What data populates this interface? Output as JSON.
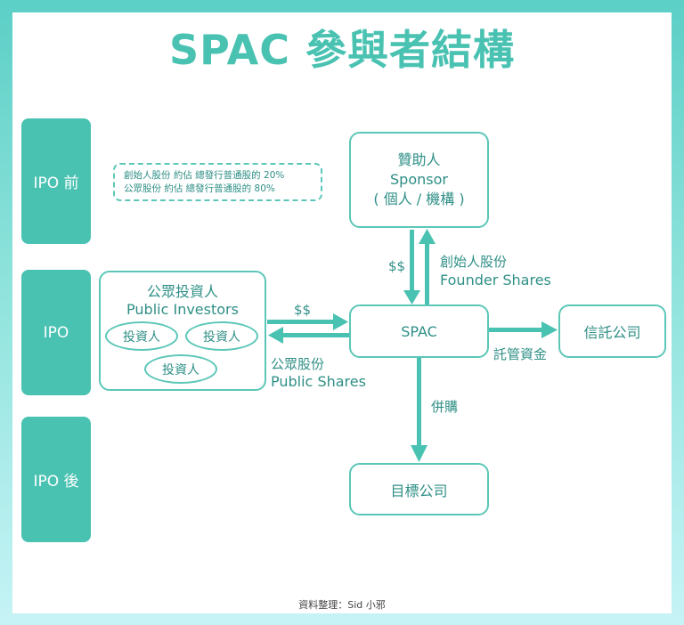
{
  "title": "SPAC 參與者結構",
  "stages": {
    "pre": "IPO 前",
    "ipo": "IPO",
    "post": "IPO 後"
  },
  "note": {
    "line1": "創始人股份  約佔 總發行普通股的 20%",
    "line2": "公眾股份    約佔 總發行普通股的 80%"
  },
  "sponsor": {
    "line1": "贊助人",
    "line2": "Sponsor",
    "line3": "( 個人 / 機構 )"
  },
  "public_investors": {
    "title_zh": "公眾投資人",
    "title_en": "Public Investors",
    "investor_label": "投資人"
  },
  "spac_label": "SPAC",
  "trust_label": "信託公司",
  "target_label": "目標公司",
  "flows": {
    "sponsor_money": "$$",
    "founder_shares_zh": "創始人股份",
    "founder_shares_en": "Founder Shares",
    "public_money": "$$",
    "public_shares_zh": "公眾股份",
    "public_shares_en": "Public Shares",
    "trust_funds": "託管資金",
    "merger": "併購"
  },
  "footer": "資料整理：Sid 小邪",
  "colors": {
    "teal": "#49c2b2",
    "text": "#2f8f86"
  }
}
